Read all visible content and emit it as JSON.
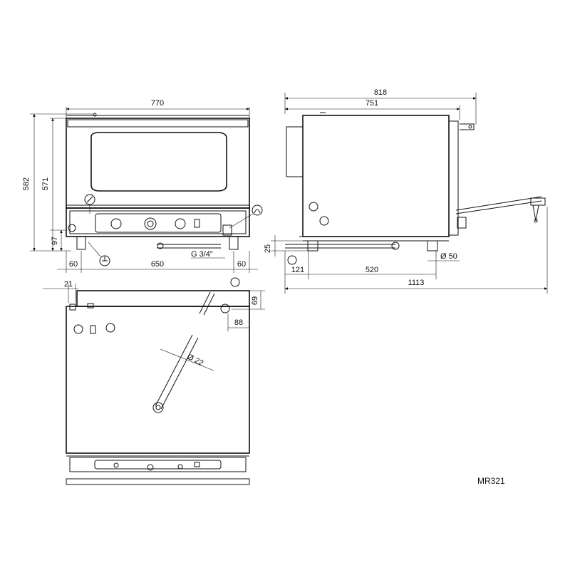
{
  "drawing_code": "MR321",
  "front_view": {
    "width_total": "770",
    "height_total": "582",
    "height_body": "571",
    "leg_height": "97",
    "left_offset": "60",
    "leg_span": "650",
    "right_offset": "60",
    "gas_connection": "G 3/4\""
  },
  "side_view": {
    "depth_total": "818",
    "depth_body": "751",
    "leg_height": "25",
    "front_leg_offset": "121",
    "leg_span": "520",
    "diameter": "Ø 50",
    "depth_with_door_open": "1113"
  },
  "top_view": {
    "left_offset": "21",
    "rear_offset": "69",
    "right_offset": "88",
    "pipe_diameter": "Ø 22"
  },
  "icons": {
    "thermometer": "thermometer-icon",
    "gas_flame": "gas-flame-icon",
    "ground": "ground-icon"
  }
}
